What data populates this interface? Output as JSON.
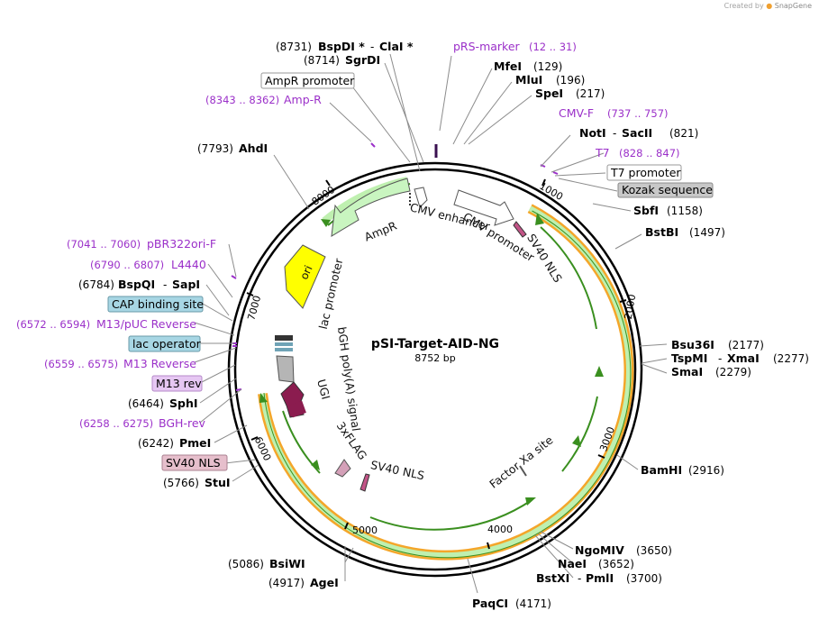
{
  "credit": {
    "prefix": "Created by",
    "brand": "SnapGene"
  },
  "plasmid": {
    "name": "pSI-Target-AID-NG",
    "length": "8752 bp"
  },
  "ticks": [
    "1000",
    "2000",
    "3000",
    "4000",
    "5000",
    "6000",
    "7000",
    "8000"
  ],
  "enzymes": {
    "bspdi_pos": "(8731)",
    "bspdi": "BspDI *",
    "clai": "ClaI *",
    "sgrdi_pos": "(8714)",
    "sgrdi": "SgrDI",
    "mfei": "MfeI",
    "mfei_pos": "(129)",
    "mlui": "MluI",
    "mlui_pos": "(196)",
    "spei": "SpeI",
    "spei_pos": "(217)",
    "noti": "NotI",
    "sacii": "SacII",
    "noti_pos": "(821)",
    "sbfi": "SbfI",
    "sbfi_pos": "(1158)",
    "bstbi": "BstBI",
    "bstbi_pos": "(1497)",
    "bsu36i": "Bsu36I",
    "bsu36i_pos": "(2177)",
    "tspmi": "TspMI",
    "xmai": "XmaI",
    "tspmi_pos": "(2277)",
    "smai": "SmaI",
    "smai_pos": "(2279)",
    "bamhi": "BamHI",
    "bamhi_pos": "(2916)",
    "ngomiv": "NgoMIV",
    "ngomiv_pos": "(3650)",
    "naei": "NaeI",
    "naei_pos": "(3652)",
    "bstxi": "BstXI",
    "pmli": "PmlI",
    "bstxi_pos": "(3700)",
    "paqci": "PaqCI",
    "paqci_pos": "(4171)",
    "bsiwi_pos": "(5086)",
    "bsiwi": "BsiWI",
    "agei_pos": "(4917)",
    "agei": "AgeI",
    "stui_pos": "(5766)",
    "stui": "StuI",
    "pmei_pos": "(6242)",
    "pmei": "PmeI",
    "sphi_pos": "(6464)",
    "sphi": "SphI",
    "bspqi_pos": "(6784)",
    "bspqi": "BspQI",
    "sapi": "SapI",
    "ahdi_pos": "(7793)",
    "ahdi": "AhdI",
    "dash": "-"
  },
  "primers": {
    "prs": "pRS-marker",
    "prs_range": "(12 .. 31)",
    "cmvf": "CMV-F",
    "cmvf_range": "(737 .. 757)",
    "t7": "T7",
    "t7_range": "(828 .. 847)",
    "ampr_range": "(8343 .. 8362)",
    "ampr": "Amp-R",
    "pbr_range": "(7041 .. 7060)",
    "pbr": "pBR322ori-F",
    "l4440_range": "(6790 .. 6807)",
    "l4440": "L4440",
    "m13puc_range": "(6572 .. 6594)",
    "m13puc": "M13/pUC Reverse",
    "m13r_range": "(6559 .. 6575)",
    "m13r": "M13 Reverse",
    "bgh_range": "(6258 .. 6275)",
    "bgh": "BGH-rev"
  },
  "boxes": {
    "ampr_promoter": "AmpR promoter",
    "t7_promoter": "T7 promoter",
    "kozak": "Kozak sequence",
    "cap": "CAP binding site",
    "lac_operator": "lac operator",
    "m13_rev": "M13 rev",
    "sv40_nls": "SV40 NLS"
  },
  "features": {
    "cmv_enhancer": "CMV enhancer",
    "cmv_promoter": "CMV promoter",
    "sv40_nls_top": "SV40 NLS",
    "ampr": "AmpR",
    "ori": "ori",
    "lac_promoter": "lac promoter",
    "bgh": "bGH poly(A) signal",
    "ugi": "UGI",
    "flag": "3xFLAG",
    "sv40_nls_bottom": "SV40 NLS",
    "factor_xa": "Factor Xa site"
  },
  "colors": {
    "backbone": "#000000",
    "enzyme_line": "#8c8c8c",
    "primer": "#9b30c9",
    "orf_orange": "#f4a62a",
    "orf_green": "#bff0b0",
    "green_arrow": "#3a8f1f",
    "ampr_fill": "#c9f5c0",
    "ori_fill": "#ffff00",
    "cap_box": "#a7d6e4",
    "m13_box": "#e6c7f3",
    "sv40_box": "#e6bfcc",
    "kozak_box": "#c8c8c8",
    "ugi_fill": "#8b1c4f"
  }
}
